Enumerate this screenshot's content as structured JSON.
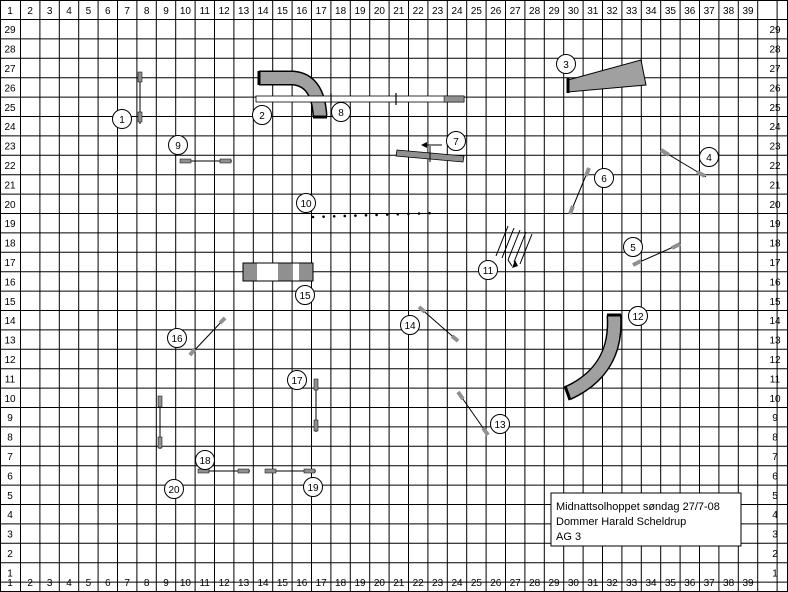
{
  "grid": {
    "x_labels": [
      "1",
      "2",
      "3",
      "4",
      "5",
      "6",
      "7",
      "8",
      "9",
      "10",
      "11",
      "12",
      "13",
      "14",
      "15",
      "16",
      "17",
      "18",
      "19",
      "20",
      "21",
      "22",
      "23",
      "24",
      "25",
      "26",
      "27",
      "28",
      "29",
      "30",
      "31",
      "32",
      "33",
      "34",
      "35",
      "36",
      "37",
      "38",
      "39"
    ],
    "y_labels": [
      "29",
      "28",
      "27",
      "26",
      "25",
      "24",
      "23",
      "22",
      "21",
      "20",
      "19",
      "18",
      "17",
      "16",
      "15",
      "14",
      "13",
      "12",
      "11",
      "10",
      "9",
      "8",
      "7",
      "6",
      "5",
      "4",
      "3",
      "2",
      "1"
    ]
  },
  "obstacles": [
    {
      "num": "1",
      "kind": "jump"
    },
    {
      "num": "2",
      "kind": "tunnel"
    },
    {
      "num": "3",
      "kind": "chute"
    },
    {
      "num": "4",
      "kind": "jump"
    },
    {
      "num": "5",
      "kind": "jump"
    },
    {
      "num": "6",
      "kind": "jump"
    },
    {
      "num": "7",
      "kind": "seesaw"
    },
    {
      "num": "8",
      "kind": "dogwalk"
    },
    {
      "num": "9",
      "kind": "jump"
    },
    {
      "num": "10",
      "kind": "weave"
    },
    {
      "num": "11",
      "kind": "jump"
    },
    {
      "num": "12",
      "kind": "tunnel"
    },
    {
      "num": "13",
      "kind": "jump"
    },
    {
      "num": "14",
      "kind": "jump"
    },
    {
      "num": "15",
      "kind": "table"
    },
    {
      "num": "16",
      "kind": "jump"
    },
    {
      "num": "17",
      "kind": "jump"
    },
    {
      "num": "18",
      "kind": "jump"
    },
    {
      "num": "19",
      "kind": "jump"
    },
    {
      "num": "20",
      "kind": "jump"
    }
  ],
  "info_box": {
    "line1": "Midnattsolhoppet søndag 27/7-08",
    "line2": "Dommer Harald Scheldrup",
    "line3": "AG 3"
  },
  "colors": {
    "grid_line": "#000000",
    "tunnel": "#a0a0a0",
    "obstacle_gray": "#909090",
    "label_fill": "#ffffff"
  }
}
